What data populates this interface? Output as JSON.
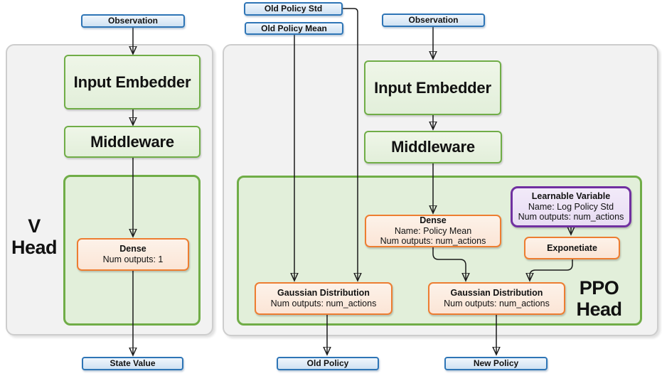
{
  "colors": {
    "blue_border": "#2E75B6",
    "blue_fill": "#DEEBF7",
    "green_border": "#70AD47",
    "green_fill": "#E2EFDA",
    "orange_border": "#ED7D31",
    "orange_fill": "#FBE5D6",
    "purple_border": "#7030A0",
    "purple_fill": "#E8DCF3",
    "panel_fill": "#F2F2F2",
    "panel_border": "#CDCDCD",
    "arrow": "#1A1A1A"
  },
  "v_head": {
    "panel_label_line1": "V",
    "panel_label_line2": "Head",
    "observation_label": "Observation",
    "input_embedder_label": "Input Embedder",
    "middleware_label": "Middleware",
    "dense_title": "Dense",
    "dense_outputs": "Num outputs: 1",
    "state_value_label": "State Value"
  },
  "ppo_head": {
    "panel_label_line1": "PPO",
    "panel_label_line2": "Head",
    "old_policy_std_label": "Old Policy Std",
    "old_policy_mean_label": "Old Policy Mean",
    "observation_label": "Observation",
    "input_embedder_label": "Input Embedder",
    "middleware_label": "Middleware",
    "dense_title": "Dense",
    "dense_name": "Name: Policy Mean",
    "dense_outputs": "Num outputs: num_actions",
    "learnable_title": "Learnable Variable",
    "learnable_name": "Name: Log Policy Std",
    "learnable_outputs": "Num outputs: num_actions",
    "exponetiate_label": "Exponetiate",
    "gaussian_old_title": "Gaussian Distribution",
    "gaussian_old_outputs": "Num outputs: num_actions",
    "gaussian_new_title": "Gaussian Distribution",
    "gaussian_new_outputs": "Num outputs: num_actions",
    "old_policy_label": "Old Policy",
    "new_policy_label": "New Policy"
  }
}
